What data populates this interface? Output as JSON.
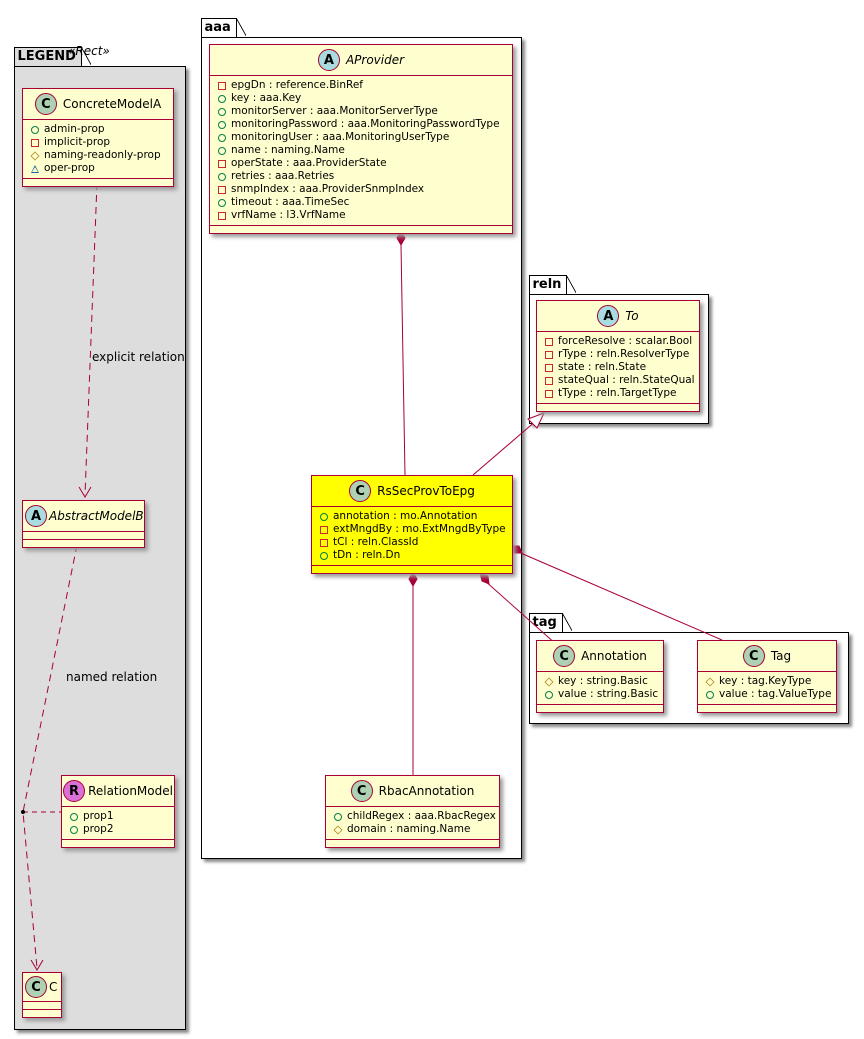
{
  "packages": {
    "legend": "LEGEND",
    "aaa": "aaa",
    "reln": "reln",
    "tag": "tag"
  },
  "legend": {
    "stereotype": "«Rect»",
    "concrete": {
      "name": "ConcreteModelA",
      "badge": "C",
      "attrs": [
        {
          "vis": "public",
          "text": "admin-prop"
        },
        {
          "vis": "private",
          "text": "implicit-prop"
        },
        {
          "vis": "protected",
          "text": "naming-readonly-prop"
        },
        {
          "vis": "package",
          "text": "oper-prop"
        }
      ]
    },
    "abstract": {
      "name": "AbstractModelB",
      "badge": "A"
    },
    "relation": {
      "name": "RelationModel",
      "badge": "R",
      "attrs": [
        {
          "vis": "public",
          "text": "prop1"
        },
        {
          "vis": "public",
          "text": "prop2"
        }
      ]
    },
    "c": {
      "name": "C",
      "badge": "C"
    },
    "explicit_label": "explicit relation",
    "named_label": "named relation"
  },
  "classes": {
    "aprovider": {
      "name": "AProvider",
      "badge": "A",
      "attrs": [
        {
          "vis": "private",
          "text": "epgDn : reference.BinRef"
        },
        {
          "vis": "public",
          "text": "key : aaa.Key"
        },
        {
          "vis": "public",
          "text": "monitorServer : aaa.MonitorServerType"
        },
        {
          "vis": "public",
          "text": "monitoringPassword : aaa.MonitoringPasswordType"
        },
        {
          "vis": "public",
          "text": "monitoringUser : aaa.MonitoringUserType"
        },
        {
          "vis": "public",
          "text": "name : naming.Name"
        },
        {
          "vis": "private",
          "text": "operState : aaa.ProviderState"
        },
        {
          "vis": "public",
          "text": "retries : aaa.Retries"
        },
        {
          "vis": "private",
          "text": "snmpIndex : aaa.ProviderSnmpIndex"
        },
        {
          "vis": "public",
          "text": "timeout : aaa.TimeSec"
        },
        {
          "vis": "private",
          "text": "vrfName : l3.VrfName"
        }
      ]
    },
    "to": {
      "name": "To",
      "badge": "A",
      "attrs": [
        {
          "vis": "private",
          "text": "forceResolve : scalar.Bool"
        },
        {
          "vis": "private",
          "text": "rType : reln.ResolverType"
        },
        {
          "vis": "private",
          "text": "state : reln.State"
        },
        {
          "vis": "private",
          "text": "stateQual : reln.StateQual"
        },
        {
          "vis": "private",
          "text": "tType : reln.TargetType"
        }
      ]
    },
    "rssecprovtoepg": {
      "name": "RsSecProvToEpg",
      "badge": "C",
      "highlight": "#ffff00",
      "attrs": [
        {
          "vis": "public",
          "text": "annotation : mo.Annotation"
        },
        {
          "vis": "private",
          "text": "extMngdBy : mo.ExtMngdByType"
        },
        {
          "vis": "private",
          "text": "tCl : reln.ClassId"
        },
        {
          "vis": "public",
          "text": "tDn : reln.Dn"
        }
      ]
    },
    "annotation": {
      "name": "Annotation",
      "badge": "C",
      "attrs": [
        {
          "vis": "protected",
          "text": "key : string.Basic"
        },
        {
          "vis": "public",
          "text": "value : string.Basic"
        }
      ]
    },
    "tag": {
      "name": "Tag",
      "badge": "C",
      "attrs": [
        {
          "vis": "protected",
          "text": "key : tag.KeyType"
        },
        {
          "vis": "public",
          "text": "value : tag.ValueType"
        }
      ]
    },
    "rbacannotation": {
      "name": "RbacAnnotation",
      "badge": "C",
      "attrs": [
        {
          "vis": "public",
          "text": "childRegex : aaa.RbacRegex"
        },
        {
          "vis": "protected",
          "text": "domain : naming.Name"
        }
      ]
    }
  },
  "colors": {
    "border": "#a80036",
    "class_bg": "#fefece",
    "highlight_bg": "#ffff00",
    "legend_bg": "#dddddd"
  }
}
